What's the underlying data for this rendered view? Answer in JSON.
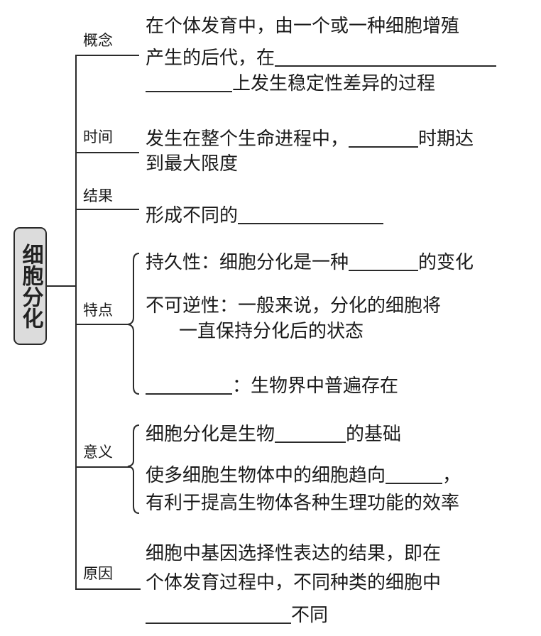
{
  "root": {
    "label": "细胞分化"
  },
  "branches": [
    {
      "label": "概念",
      "lines": [
        {
          "text": "在个体发育中，由一个或一种细胞增殖"
        },
        {
          "before": "产生的后代，在",
          "blank_width": 312,
          "after": ""
        },
        {
          "before": "",
          "blank_width": 122,
          "after": "上发生稳定性差异的过程"
        }
      ]
    },
    {
      "label": "时间",
      "lines": [
        {
          "before": "发生在整个生命进程中，",
          "blank_width": 98,
          "after": "时期达"
        },
        {
          "text": "到最大限度"
        }
      ]
    },
    {
      "label": "结果",
      "lines": [
        {
          "before": "形成不同的",
          "blank_width": 205,
          "after": ""
        }
      ]
    },
    {
      "label": "特点",
      "items": [
        {
          "before": "持久性：细胞分化是一种",
          "blank_width": 98,
          "after": "的变化"
        },
        {
          "line1": "不可逆性：一般来说，分化的细胞将",
          "line2": "一直保持分化后的状态"
        },
        {
          "before": "",
          "blank_width": 122,
          "after": "：生物界中普遍存在"
        }
      ]
    },
    {
      "label": "意义",
      "items": [
        {
          "before": "细胞分化是生物",
          "blank_width": 100,
          "after": "的基础"
        },
        {
          "before": "使多细胞生物体中的细胞趋向",
          "blank_width": 80,
          "after": "，",
          "line2": "有利于提高生物体各种生理功能的效率"
        }
      ]
    },
    {
      "label": "原因",
      "lines": [
        {
          "text": "细胞中基因选择性表达的结果，即在"
        },
        {
          "text": "个体发育过程中，不同种类的细胞中"
        },
        {
          "before": "",
          "blank_width": 205,
          "after": "不同"
        }
      ]
    }
  ]
}
